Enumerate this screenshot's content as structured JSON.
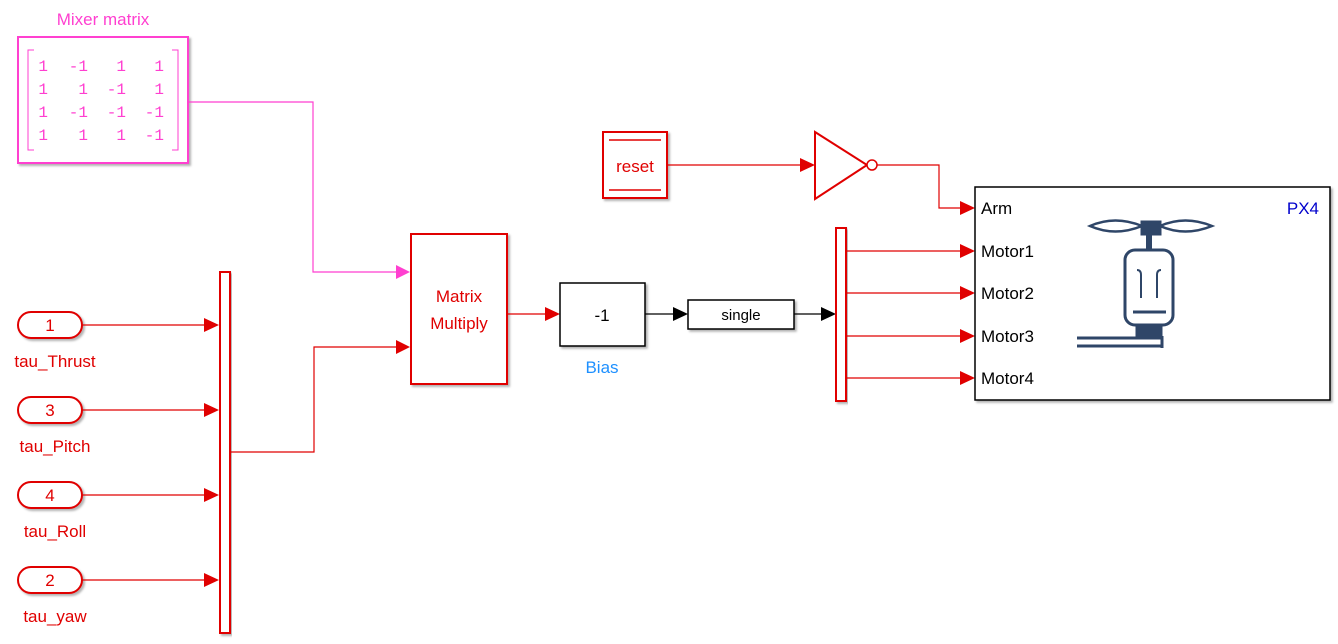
{
  "colors": {
    "signal": "#e00000",
    "constant": "#ff3fd0",
    "neutral": "#000000",
    "bias_label": "#1e90ff",
    "px4_label": "#0000cc",
    "icon": "#2f4668"
  },
  "mixer": {
    "title": "Mixer matrix",
    "rows": [
      [
        "1",
        "-1",
        "1",
        "1"
      ],
      [
        "1",
        "1",
        "-1",
        "1"
      ],
      [
        "1",
        "-1",
        "-1",
        "-1"
      ],
      [
        "1",
        "1",
        "1",
        "-1"
      ]
    ]
  },
  "inports": [
    {
      "number": "1",
      "name": "tau_Thrust"
    },
    {
      "number": "3",
      "name": "tau_Pitch"
    },
    {
      "number": "4",
      "name": "tau_Roll"
    },
    {
      "number": "2",
      "name": "tau_yaw"
    }
  ],
  "matrix_multiply": {
    "line1": "Matrix",
    "line2": "Multiply"
  },
  "bias": {
    "value": "-1",
    "name": "Bias"
  },
  "convert": {
    "label": "single"
  },
  "reset": {
    "label": "reset"
  },
  "px4": {
    "title": "PX4",
    "ports": [
      "Arm",
      "Motor1",
      "Motor2",
      "Motor3",
      "Motor4"
    ],
    "icon": "motor-propeller-icon"
  }
}
